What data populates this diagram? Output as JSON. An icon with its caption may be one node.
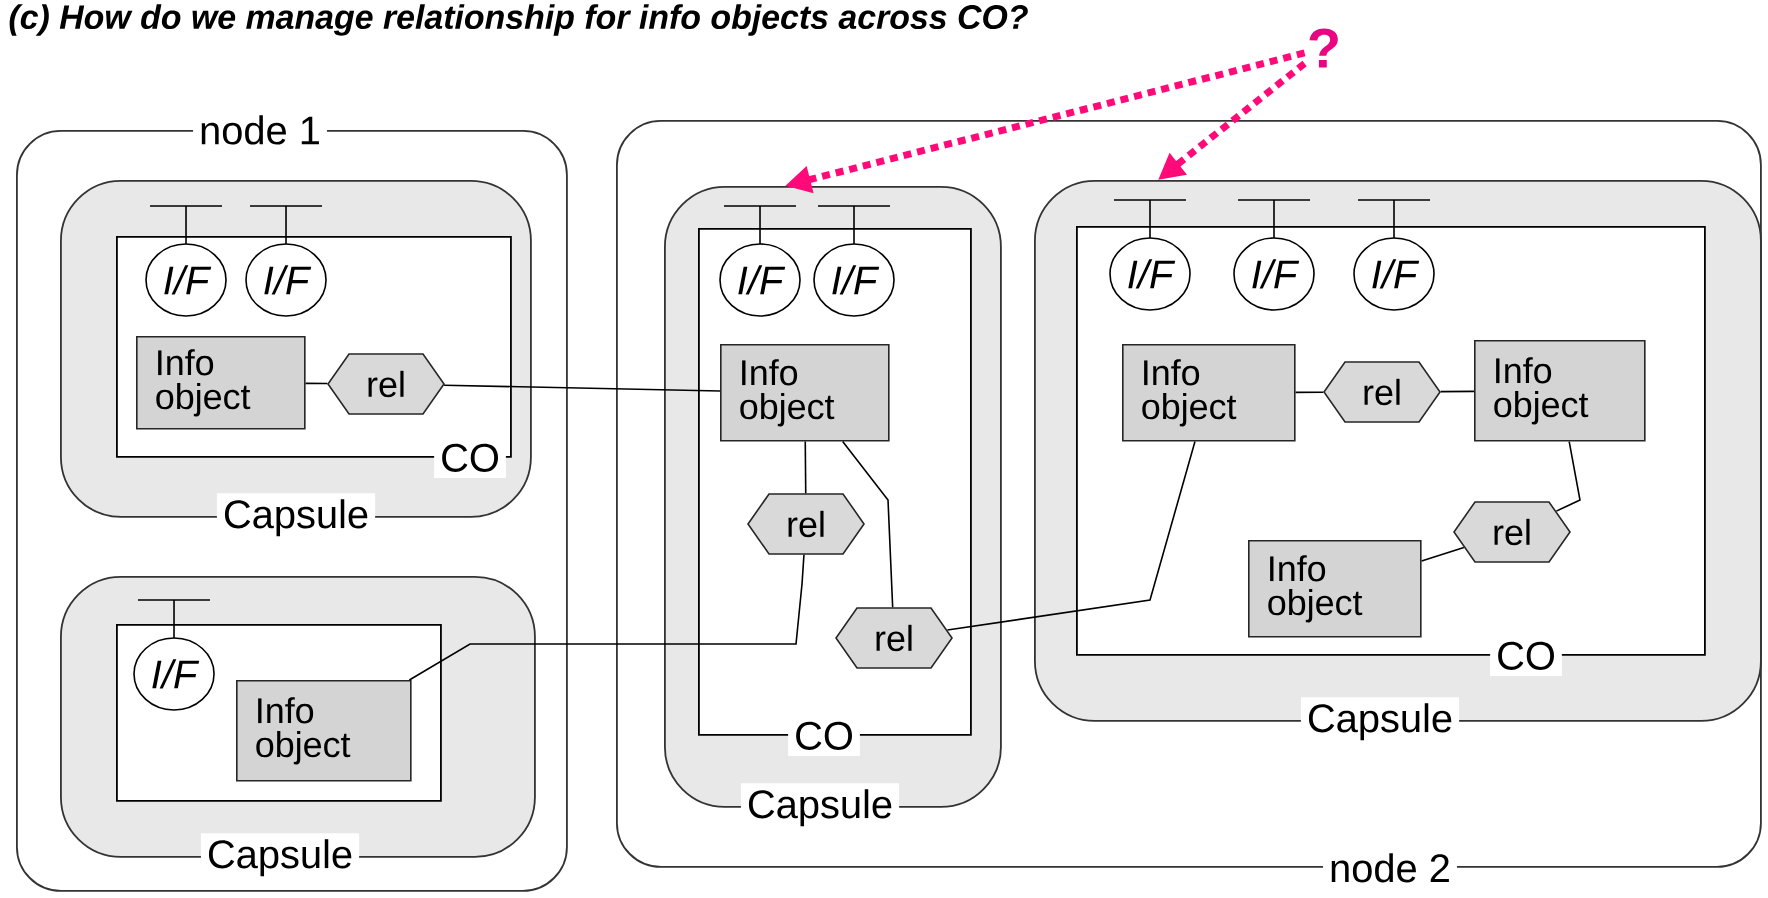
{
  "diagram": {
    "title": "(c) How do we manage relationship for info objects across CO?",
    "nodes": [
      {
        "text": [
          "node 1"
        ]
      },
      {
        "text": [
          "Capsule"
        ],
        "in": 0
      },
      {
        "text": [
          "CO"
        ],
        "in": 1
      },
      {
        "text": [
          "I/F"
        ],
        "in": 2
      },
      {
        "text": [
          "I/F"
        ],
        "in": 2
      },
      {
        "text": [
          "Info object"
        ],
        "in": 2
      },
      {
        "text": [
          "rel"
        ],
        "in": 2
      },
      {
        "text": [
          "Capsule"
        ],
        "in": 0
      },
      {
        "text": [],
        "shape": "box",
        "in": 7
      },
      {
        "text": [
          "I/F"
        ],
        "in": 8
      },
      {
        "text": [
          "Info object"
        ],
        "in": 8
      },
      {
        "text": [
          "node 2"
        ]
      },
      {
        "text": [
          "Capsule"
        ],
        "in": 11
      },
      {
        "text": [
          "CO"
        ],
        "in": 12
      },
      {
        "text": [
          "I/F"
        ],
        "in": 13
      },
      {
        "text": [
          "I/F"
        ],
        "in": 13
      },
      {
        "text": [
          "Info object"
        ],
        "in": 13
      },
      {
        "text": [
          "rel"
        ],
        "in": 13
      },
      {
        "text": [
          "rel"
        ],
        "in": 13
      },
      {
        "text": [
          "Capsule"
        ],
        "in": 11
      },
      {
        "text": [
          "CO"
        ],
        "in": 19
      },
      {
        "text": [
          "I/F"
        ],
        "in": 20
      },
      {
        "text": [
          "I/F"
        ],
        "in": 20
      },
      {
        "text": [
          "I/F"
        ],
        "in": 20
      },
      {
        "text": [
          "Info object"
        ],
        "in": 20
      },
      {
        "text": [
          "rel"
        ],
        "in": 20
      },
      {
        "text": [
          "Info object"
        ],
        "in": 20
      },
      {
        "text": [
          "rel"
        ],
        "in": 20
      },
      {
        "text": [
          "Info object"
        ],
        "in": 20
      },
      {
        "text": [
          "?"
        ]
      }
    ],
    "edges": [
      {
        "from": 5,
        "to": 6,
        "arrow": "none"
      },
      {
        "from": 6,
        "to": 16,
        "arrow": "none"
      },
      {
        "from": 10,
        "to": 17,
        "arrow": "none"
      },
      {
        "from": 16,
        "to": 17,
        "arrow": "none"
      },
      {
        "from": 16,
        "to": 18,
        "arrow": "none"
      },
      {
        "from": 18,
        "to": 24,
        "arrow": "none"
      },
      {
        "from": 24,
        "to": 25,
        "arrow": "none"
      },
      {
        "from": 25,
        "to": 26,
        "arrow": "none"
      },
      {
        "from": 26,
        "to": 27,
        "arrow": "none"
      },
      {
        "from": 27,
        "to": 28,
        "arrow": "none"
      },
      {
        "from": 29,
        "to": 12,
        "arrow": "to",
        "style": "dashed",
        "color": "#ff0a78"
      },
      {
        "from": 29,
        "to": 19,
        "arrow": "to",
        "style": "dashed",
        "color": "#ff0a78"
      }
    ]
  }
}
